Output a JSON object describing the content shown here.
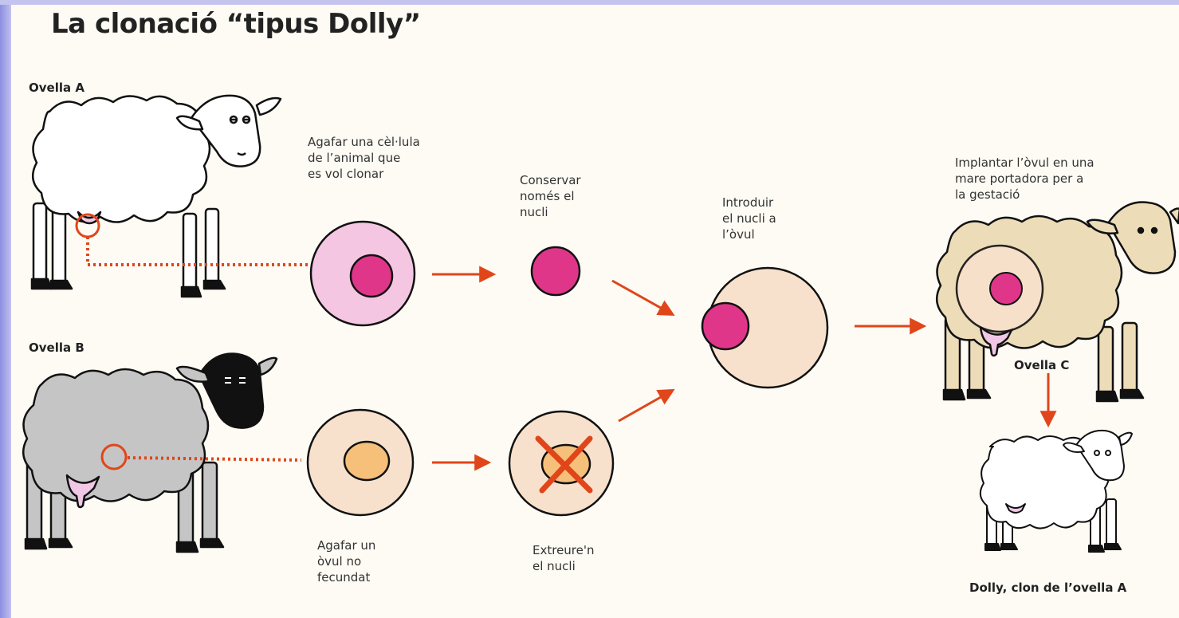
{
  "title": "La clonació “tipus Dolly”",
  "labels": {
    "sheep_a": "Ovella A",
    "sheep_b": "Ovella B",
    "sheep_c": "Ovella C",
    "dolly": "Dolly, clon de l’ovella A"
  },
  "steps": {
    "take_cell": "Agafar una cèl·lula\nde l’animal que\nes vol clonar",
    "keep_nucleus": "Conservar\nnomés el\nnucli",
    "introduce_nucleus": "Introduir\nel nucli a\nl’òvul",
    "implant": "Implantar l’òvul en una\nmare portadora per a\nla gestació",
    "take_ovum": "Agafar un\nòvul no\nfecundat",
    "extract_nucleus": "Extreure'n\nel nucli"
  },
  "colors": {
    "arrow": "#e0461a",
    "nucleus": "#e0368a",
    "cell_pink": "#f4c6e2",
    "ovum": "#f8e1cc",
    "ovum_nucleus": "#f6c07a",
    "sheep_a": "#ffffff",
    "sheep_b": "#c5c5c5",
    "sheep_c": "#ecdcb8"
  }
}
